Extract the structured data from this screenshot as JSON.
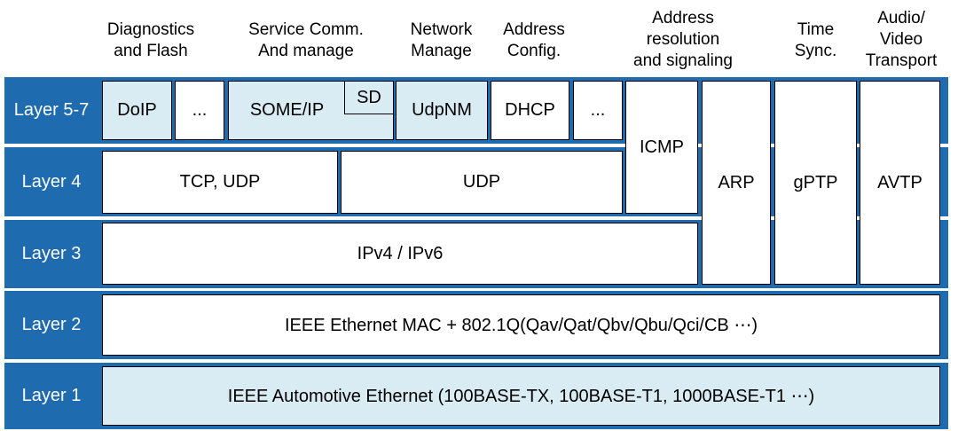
{
  "headers": {
    "diagnostics": "Diagnostics\nand Flash",
    "service": "Service Comm.\nAnd manage",
    "network": "Network\nManage",
    "address_config": "Address\nConfig.",
    "address_resolution": "Address\nresolution\nand signaling",
    "time_sync": "Time\nSync.",
    "audio_video": "Audio/\nVideo\nTransport"
  },
  "layers": {
    "l57": "Layer 5-7",
    "l4": "Layer 4",
    "l3": "Layer 3",
    "l2": "Layer 2",
    "l1": "Layer 1"
  },
  "protocols": {
    "doip": "DoIP",
    "ellipsis1": "...",
    "someip": "SOME/IP",
    "sd": "SD",
    "udpnm": "UdpNM",
    "dhcp": "DHCP",
    "ellipsis2": "...",
    "icmp": "ICMP",
    "arp": "ARP",
    "gptp": "gPTP",
    "avtp": "AVTP",
    "tcp_udp": "TCP, UDP",
    "udp": "UDP",
    "ipv4_ipv6": "IPv4 / IPv6",
    "mac": "IEEE Ethernet MAC + 802.1Q(Qav/Qat/Qbv/Qbu/Qci/CB ⋯)",
    "phy": "IEEE Automotive Ethernet (100BASE-TX, 100BASE-T1, 1000BASE-T1 ⋯)"
  },
  "colors": {
    "band": "#1f6bb0",
    "light_box": "#d9ebf3",
    "box": "#ffffff"
  }
}
